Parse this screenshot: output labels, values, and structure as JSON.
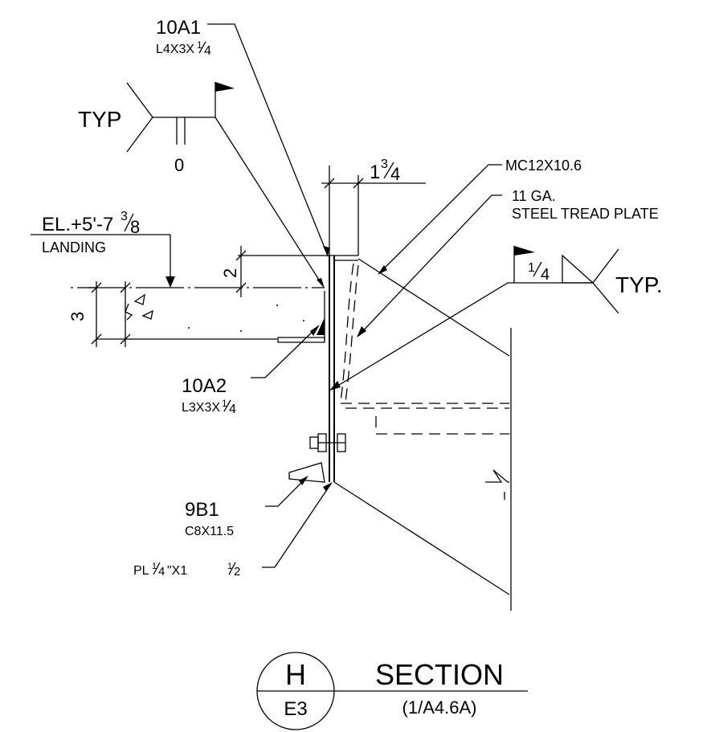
{
  "callouts": {
    "top_angle": {
      "mark": "10A1",
      "size": "L4X3X",
      "frac_num": "1",
      "frac_den": "4"
    },
    "channel": {
      "text": "MC12X10.6"
    },
    "tread_plate": {
      "line1": "11 GA.",
      "line2": "STEEL TREAD PLATE"
    },
    "lower_angle": {
      "mark": "10A2",
      "size": "L3X3X",
      "frac_num": "1",
      "frac_den": "4"
    },
    "bottom_channel": {
      "mark": "9B1",
      "size": "C8X11.5"
    },
    "plate": {
      "prefix": "PL",
      "frac1_num": "1",
      "frac1_den": "4",
      "mid": "\"X1 ",
      "frac2_num": "1",
      "frac2_den": "2"
    }
  },
  "welds": {
    "left": {
      "label": "TYP",
      "value": "0"
    },
    "right": {
      "label": "TYP.",
      "size_num": "1",
      "size_den": "4"
    }
  },
  "dimensions": {
    "top_offset": {
      "whole": "1",
      "frac_num": "3",
      "frac_den": "4"
    },
    "plate_rise": "2",
    "slab_thickness": "3"
  },
  "elevation": {
    "label": "EL.+5'-7",
    "frac_num": "3",
    "frac_den": "8",
    "sub": "LANDING"
  },
  "section_title": {
    "letter": "H",
    "sheet": "E3",
    "title": "SECTION",
    "reference": "(1/A4.6A)"
  }
}
